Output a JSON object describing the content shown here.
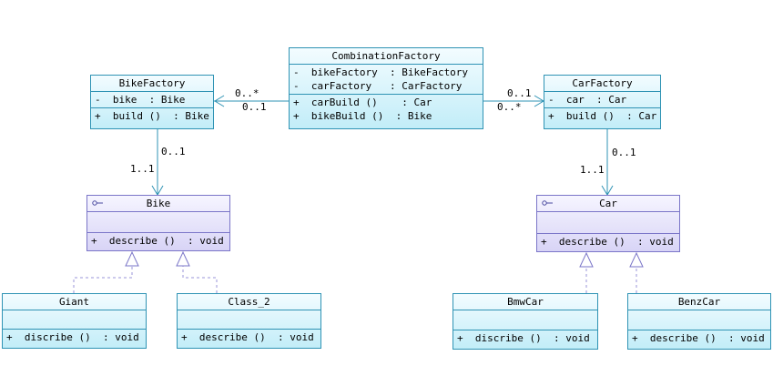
{
  "combination_factory": {
    "name": "CombinationFactory",
    "attributes": [
      "-  bikeFactory  : BikeFactory",
      "-  carFactory   : CarFactory"
    ],
    "operations": [
      "+  carBuild ()    : Car",
      "+  bikeBuild ()  : Bike"
    ]
  },
  "bike_factory": {
    "name": "BikeFactory",
    "attributes": [
      "-  bike  : Bike"
    ],
    "operations": [
      "+  build ()  : Bike"
    ]
  },
  "car_factory": {
    "name": "CarFactory",
    "attributes": [
      "-  car  : Car"
    ],
    "operations": [
      "+  build ()  : Car"
    ]
  },
  "bike": {
    "name": "Bike",
    "operations": [
      "+  describe ()  : void"
    ]
  },
  "car": {
    "name": "Car",
    "operations": [
      "+  describe ()  : void"
    ]
  },
  "giant": {
    "name": "Giant",
    "operations": [
      "+  discribe ()  : void"
    ]
  },
  "class_2": {
    "name": "Class_2",
    "operations": [
      "+  describe ()  : void"
    ]
  },
  "bmwcar": {
    "name": "BmwCar",
    "operations": [
      "+  discribe ()  : void"
    ]
  },
  "benzcar": {
    "name": "BenzCar",
    "operations": [
      "+  describe ()  : void"
    ]
  },
  "multiplicities": {
    "cf_bf_near_bf": "0..*",
    "cf_bf_near_cf": "0..1",
    "cf_cf_near_cf": "0..1",
    "cf_cf_near_car_factory": "0..*",
    "bf_bike_source": "0..1",
    "bf_bike_target": "1..1",
    "carf_car_source": "0..1",
    "carf_car_target": "1..1"
  },
  "colors": {
    "class_border": "#2f93b4",
    "interface_border": "#7a75c8",
    "association_line": "#2f93b4",
    "realization_line": "#9a94d8"
  }
}
